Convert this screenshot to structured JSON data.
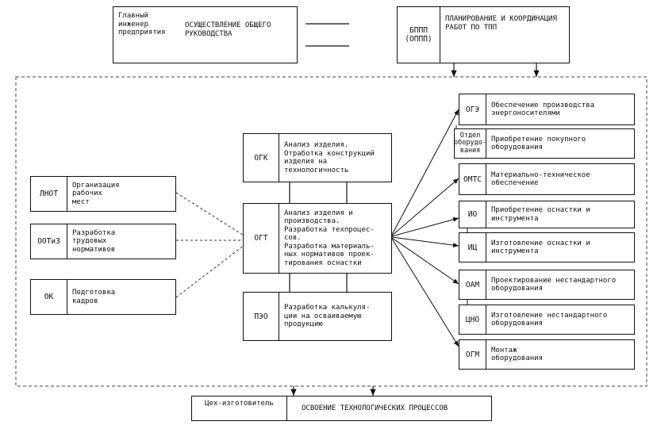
{
  "top": {
    "chief": {
      "role": "Главный\nинженер\nпредприятия",
      "task": "ОСУЩЕСТВЛЕНИЕ ОБЩЕГО\nРУКОВОДСТВА"
    },
    "bppp": {
      "code": "БППП\n(ОППП)",
      "task": "ПЛАНИРОВАНИЕ И КООРДИНАЦИЯ\nРАБОТ ПО ТПП"
    }
  },
  "left": [
    {
      "code": "ЛНОТ",
      "desc": "Организация\nрабочих\nмест"
    },
    {
      "code": "ООТиЗ",
      "desc": "Разработка\nтрудовых\nнормативов"
    },
    {
      "code": "ОК",
      "desc": "Подготовка\nкадров"
    }
  ],
  "center": {
    "ogk": {
      "code": "ОГК",
      "desc": "Анализ изделия.\nОтработка конструкций\nизделия на\nтехнологичность"
    },
    "ogt": {
      "code": "ОГТ",
      "desc": "Анализ изделия и\nпроизводства.\nРазработка техпроцес-\nсов.\nРазработка материаль-\nных нормативов проек-\nтирования оснастки"
    },
    "peo": {
      "code": "ПЭО",
      "desc": "Разработка калькуля-\nции на осваиваемую\nпродукцию"
    }
  },
  "right": [
    {
      "code": "ОГЭ",
      "desc": "Обеспечение производства\nэнергоносителями"
    },
    {
      "code": "Отдел\nоборудо-\nвания",
      "desc": "Приобретение покупного\nоборудования"
    },
    {
      "code": "ОМТС",
      "desc": "Материально-техническое\nобеспечение"
    },
    {
      "code": "ИО",
      "desc": "Приобретение оснастки и\nинструмента"
    },
    {
      "code": "ИЦ",
      "desc": "Изготовление оснастки и\nинструмента"
    },
    {
      "code": "ОАМ",
      "desc": "Проектирование нестандартного\nоборудования"
    },
    {
      "code": "ЦНО",
      "desc": "Изготовление нестандартного\nоборудования"
    },
    {
      "code": "ОГМ",
      "desc": "Монтаж\nоборудования"
    }
  ],
  "bottom": {
    "code": "Цех-изготовитель",
    "task": "ОСВОЕНИЕ ТЕХНОЛОГИЧЕСКИХ ПРОЦЕССОВ"
  }
}
